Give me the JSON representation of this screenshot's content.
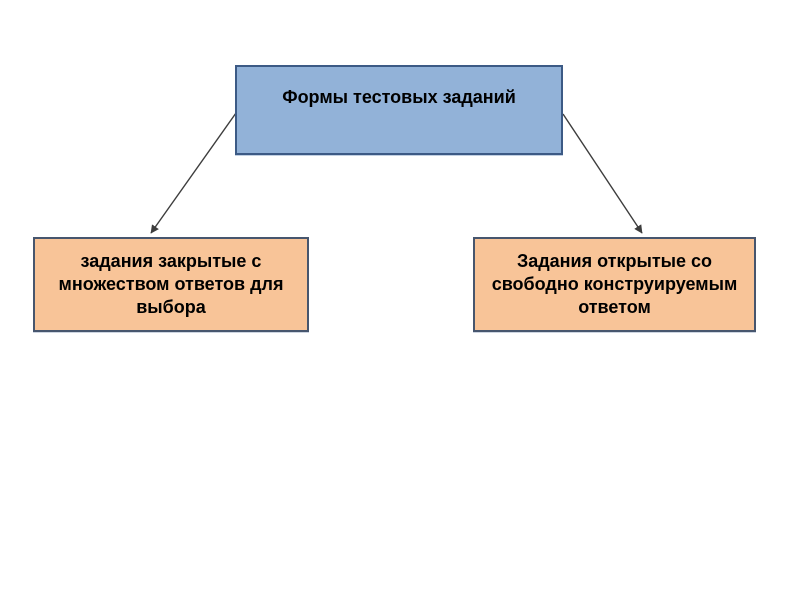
{
  "diagram": {
    "title": "Формы тестовых заданий",
    "root": {
      "label": "Формы тестовых заданий"
    },
    "children": [
      {
        "label": "задания закрытые с\nмножеством ответов для\nвыбора"
      },
      {
        "label": "Задания открытые со\nсвободно конструируемым\nответом"
      }
    ],
    "connections": [
      {
        "from": "root",
        "to": "child-left"
      },
      {
        "from": "root",
        "to": "child-right"
      }
    ]
  },
  "colors": {
    "background": "#ffffff",
    "root-fill": "#92b2d8",
    "root-border": "#3c5a85",
    "child-fill": "#f8c498",
    "child-border": "#47566e",
    "connector": "#3d3d3d",
    "text": "#000000"
  }
}
